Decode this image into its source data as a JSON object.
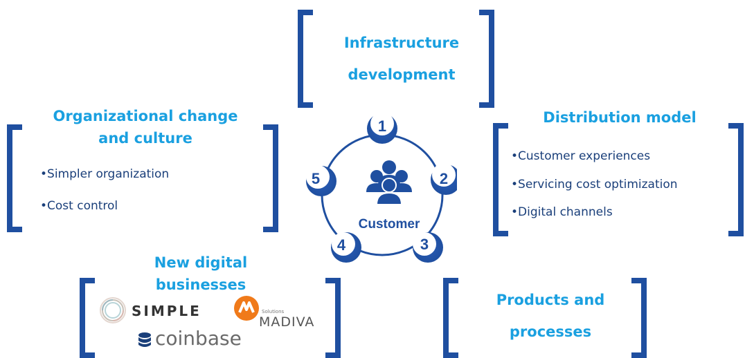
{
  "infrastructure": {
    "title_line1": "Infrastructure",
    "title_line2": "development"
  },
  "organizational": {
    "title_line1": "Organizational change",
    "title_line2": "and culture",
    "bullets": [
      "•Simpler organization",
      "•Cost control"
    ]
  },
  "distribution": {
    "title": "Distribution model",
    "bullets": [
      "•Customer experiences",
      "•Servicing cost optimization",
      "•Digital channels"
    ]
  },
  "digital": {
    "title_line1": "New digital",
    "title_line2": "businesses",
    "logos": {
      "simple": "SIMPLE",
      "madiva": "MADIVA",
      "madiva_small": "Solutions",
      "coinbase": "coinbase"
    }
  },
  "products": {
    "title_line1": "Products and",
    "title_line2": "processes"
  },
  "center": {
    "label": "Customer",
    "icon": "people-group-icon",
    "numbers": [
      "1",
      "2",
      "3",
      "4",
      "5"
    ]
  },
  "colors": {
    "dark_blue": "#1f4fa0",
    "light_blue": "#1aa0e0",
    "text_blue": "#1a3f7a",
    "madiva_orange": "#f07a1a"
  }
}
